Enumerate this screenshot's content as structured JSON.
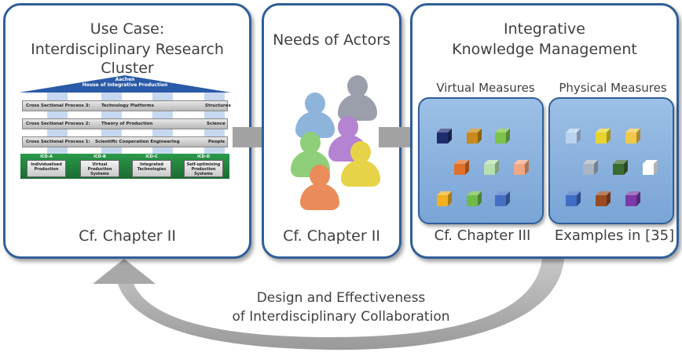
{
  "panel1": {
    "title_line1": "Use Case:",
    "title_line2": "Interdisciplinary Research Cluster",
    "footer": "Cf. Chapter II",
    "house": {
      "roof_line1": "Aachen",
      "roof_line2": "House of Integrative Production",
      "rows": [
        {
          "left": "Cross Sectional Process 3:",
          "center": "Technology Platforms",
          "right": "Structures"
        },
        {
          "left": "Cross Sectional Process 2:",
          "center": "Theory of Production",
          "right": "Science"
        },
        {
          "left": "Cross Sectional Process 1:",
          "center": "Scientific Cooperation Engineering",
          "right": "People"
        }
      ],
      "icds": [
        {
          "code": "ICD-A",
          "label": "Individualised Production"
        },
        {
          "code": "ICD-B",
          "label": "Virtual Production Systems"
        },
        {
          "code": "ICD-C",
          "label": "Integrated Technologies"
        },
        {
          "code": "ICD-D",
          "label": "Self-optimising Production Systems"
        }
      ]
    }
  },
  "panel2": {
    "title": "Needs of Actors",
    "footer": "Cf. Chapter II",
    "people_colors": [
      "#8fb4dc",
      "#9a9fab",
      "#8fcf7a",
      "#b483d2",
      "#e7d348",
      "#ea8d5a"
    ]
  },
  "panel3": {
    "title_line1": "Integrative",
    "title_line2": "Knowledge Management",
    "virtual_title": "Virtual Measures",
    "physical_title": "Physical Measures",
    "virtual_footer": "Cf. Chapter III",
    "physical_footer": "Examples in [35]",
    "virtual_cubes": [
      "#1f2d6e",
      "#c88a1a",
      "#7cc44a",
      "#e0702a",
      "#b7dfb0",
      "#f0a884",
      "#f0b020",
      "#6fbb4a",
      "#4470c4"
    ],
    "physical_cubes": [
      "#b9d3ef",
      "#e8d430",
      "#f0c84a",
      "#a9b4c4",
      "#3b6b2e",
      "#ffffff",
      "#3f6cc4",
      "#9a4a20",
      "#7a3aa8"
    ]
  },
  "loop_text": {
    "line1": "Design and Effectiveness",
    "line2": "of Interdisciplinary Collaboration"
  }
}
